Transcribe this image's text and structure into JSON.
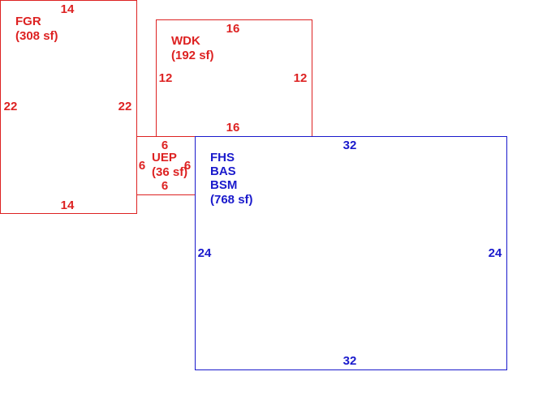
{
  "colors": {
    "red": "#dd2222",
    "blue": "#1a1acc",
    "background": "#ffffff"
  },
  "areas": {
    "fgr": {
      "codes": [
        "FGR"
      ],
      "area": "(308 sf)",
      "dims": {
        "top": "14",
        "bottom": "14",
        "left": "22",
        "right": "22"
      }
    },
    "wdk": {
      "codes": [
        "WDK"
      ],
      "area": "(192 sf)",
      "dims": {
        "top": "16",
        "bottom": "16",
        "left": "12",
        "right": "12"
      }
    },
    "uep": {
      "codes": [
        "UEP"
      ],
      "area": "(36 sf)",
      "dims": {
        "top": "6",
        "bottom": "6",
        "left": "6",
        "right": "6"
      }
    },
    "main": {
      "codes": [
        "FHS",
        "BAS",
        "BSM"
      ],
      "area": "(768 sf)",
      "dims": {
        "top": "32",
        "bottom": "32",
        "left": "24",
        "right": "24"
      }
    }
  }
}
